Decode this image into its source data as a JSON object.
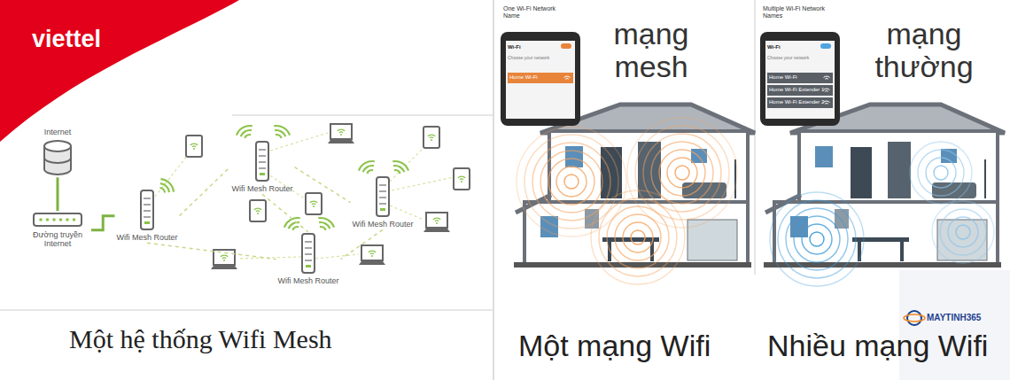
{
  "diagram": {
    "nodes": [
      {
        "text": [
          "Internet"
        ]
      },
      {
        "text": [
          "Đường truyền Internet"
        ]
      },
      {
        "text": [
          "Wifi Mesh Router"
        ]
      },
      {
        "text": [
          "Wifi Mesh Router"
        ]
      },
      {
        "text": [
          "Wifi Mesh Router"
        ]
      },
      {
        "text": [
          "Wifi Mesh Router"
        ]
      }
    ],
    "edges": [
      {
        "from": 0,
        "to": 1,
        "arrow": "none"
      },
      {
        "from": 1,
        "to": 2,
        "arrow": "none"
      },
      {
        "from": 2,
        "to": 3,
        "arrow": "none"
      },
      {
        "from": 3,
        "to": 4,
        "arrow": "none"
      },
      {
        "from": 4,
        "to": 5,
        "arrow": "none"
      },
      {
        "from": 2,
        "to": 5,
        "arrow": "none"
      },
      {
        "from": 3,
        "to": 5,
        "arrow": "none"
      }
    ],
    "labels": [
      "viettel",
      "One Wi-Fi Network Name",
      "Wi-Fi",
      "Choose your network",
      "Home Wi-Fi",
      "mạng mesh",
      "Multiple Wi-Fi Network Names",
      "Wi-Fi",
      "Choose your network",
      "Home Wi-Fi",
      "Home Wi-Fi Extender 1",
      "Home Wi-Fi Extender 2",
      "mạng thường",
      "Một hệ thống Wifi Mesh",
      "Một mạng Wifi",
      "Nhiều mạng Wifi",
      "MAYTINH365"
    ]
  }
}
